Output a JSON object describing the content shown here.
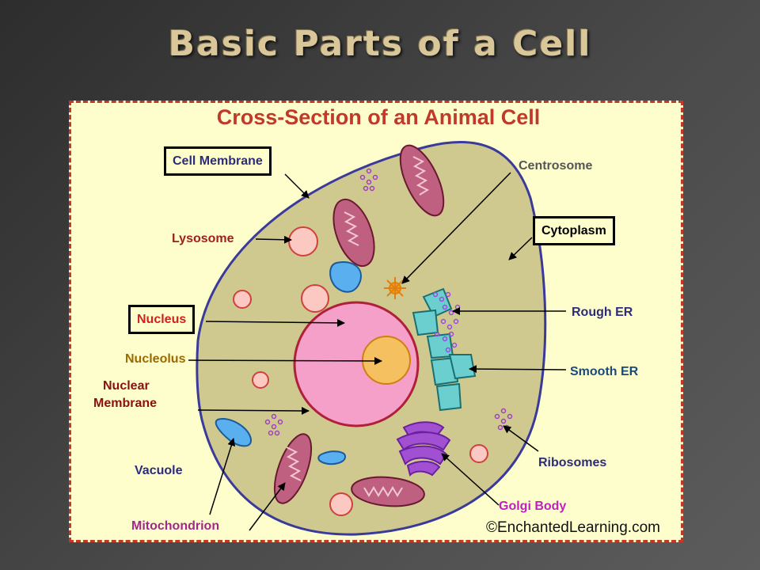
{
  "slide": {
    "title": "Basic Parts of a Cell"
  },
  "figure": {
    "title": "Cross-Section of an Animal Cell",
    "credit": "©EnchantedLearning.com",
    "labels": {
      "cell_membrane": "Cell Membrane",
      "lysosome": "Lysosome",
      "nucleus": "Nucleus",
      "nucleolus": "Nucleolus",
      "nuclear_membrane_line1": "Nuclear",
      "nuclear_membrane_line2": "Membrane",
      "vacuole": "Vacuole",
      "mitochondrion": "Mitochondrion",
      "centrosome": "Centrosome",
      "cytoplasm": "Cytoplasm",
      "rough_er": "Rough ER",
      "smooth_er": "Smooth ER",
      "ribosomes": "Ribosomes",
      "golgi_body": "Golgi Body"
    },
    "colors": {
      "title": "#c0392b",
      "membrane_label": "#2c2c7a",
      "lysosome_label": "#a02020",
      "nucleus_label": "#d02020",
      "nucleolus_label": "#9a6a00",
      "vacuole_label": "#2c2c7a",
      "mitochondrion_label": "#a0288a",
      "centrosome_label": "#555555",
      "rough_er_label": "#2c2c7a",
      "smooth_er_label": "#1a4a7a",
      "golgi_label": "#c020c0"
    }
  }
}
